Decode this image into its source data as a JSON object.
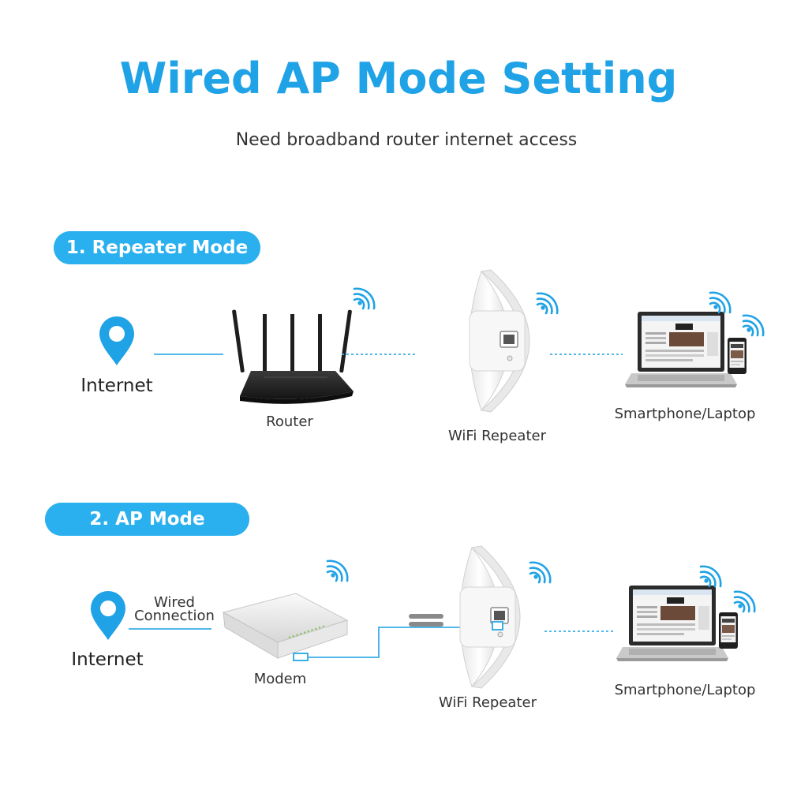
{
  "title": "Wired AP Mode Setting",
  "subtitle": "Need broadband router internet access",
  "sections": [
    {
      "heading": "1. Repeater Mode",
      "labels": {
        "internet": "Internet",
        "router": "Router",
        "repeater": "WiFi Repeater",
        "clients": "Smartphone/Laptop"
      }
    },
    {
      "heading": "2. AP Mode",
      "labels": {
        "internet": "Internet",
        "wired_line1": "Wired",
        "wired_line2": "Connection",
        "modem": "Modem",
        "repeater": "WiFi Repeater",
        "clients": "Smartphone/Laptop"
      }
    }
  ],
  "colors": {
    "accent": "#1fa2e6",
    "pill": "#2bb0ef",
    "line": "#3aaee8",
    "device_dark": "#2a2a2a",
    "device_white": "#f2f2f2"
  },
  "icons": [
    "location-pin-icon",
    "wifi-signal-icon",
    "ethernet-port-icon",
    "power-plug-icon"
  ]
}
